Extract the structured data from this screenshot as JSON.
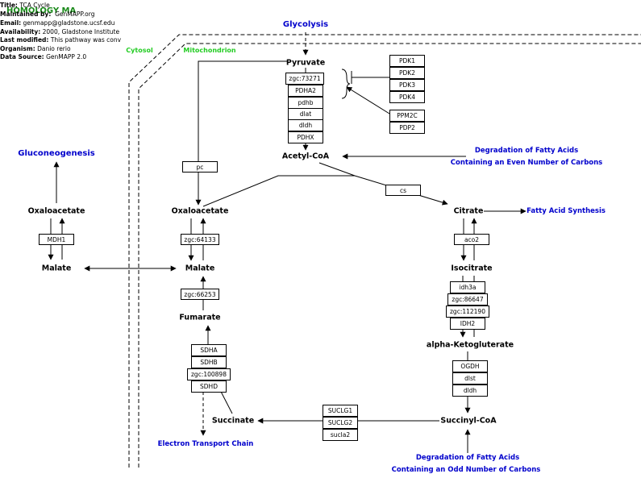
{
  "meta": {
    "title_label": "Title:",
    "title_value": "TCA Cycle",
    "watermark": "HOMOLOGY MA",
    "maintained_label": "Maintained by:",
    "maintained_value": "GenMAPP.org",
    "email_label": "Email:",
    "email_value": "genmapp@gladstone.ucsf.edu",
    "availability_label": "Availability:",
    "availability_value": "2000, Gladstone Institute",
    "modified_label": "Last modified:",
    "modified_value": "This pathway was conv",
    "organism_label": "Organism:",
    "organism_value": "Danio rerio",
    "source_label": "Data Source:",
    "source_value": "GenMAPP 2.0"
  },
  "compartments": {
    "cytosol": "Cytosol",
    "mitochondrion": "Mitochondrion"
  },
  "labels": {
    "glycolysis": "Glycolysis",
    "gluconeogenesis": "Gluconeogenesis",
    "fa_even_1": "Degradation of Fatty Acids",
    "fa_even_2": "Containing an Even Number of Carbons",
    "fa_synthesis": "Fatty Acid Synthesis",
    "etc": "Electron Transport Chain",
    "fa_odd_1": "Degradation of Fatty Acids",
    "fa_odd_2": "Containing an Odd Number of Carbons"
  },
  "metabolites": {
    "pyruvate": "Pyruvate",
    "acetyl_coa": "Acetyl-CoA",
    "oxaloacetate_cyto": "Oxaloacetate",
    "malate_cyto": "Malate",
    "oxaloacetate": "Oxaloacetate",
    "malate": "Malate",
    "fumarate": "Fumarate",
    "succinate": "Succinate",
    "citrate": "Citrate",
    "isocitrate": "Isocitrate",
    "akg": "alpha-Ketogluterate",
    "succinyl_coa": "Succinyl-CoA"
  },
  "genes": {
    "pdk": [
      "PDK1",
      "PDK2",
      "PDK3",
      "PDK4"
    ],
    "ppm": [
      "PPM2C",
      "PDP2"
    ],
    "pdh": [
      "zgc:73271",
      "PDHA2",
      "pdhb",
      "dlat",
      "dldh",
      "PDHX"
    ],
    "pc": "pc",
    "cs": "cs",
    "mdh_cyto": "MDH1",
    "mdh": "zgc:64133",
    "fh": "zgc:66253",
    "sdh": [
      "SDHA",
      "SDHB",
      "zgc:100898",
      "SDHD"
    ],
    "aco": "aco2",
    "idh": [
      "idh3a",
      "zgc:86647",
      "zgc:112190",
      "IDH2"
    ],
    "ogdh": [
      "OGDH",
      "dlst",
      "dldh"
    ],
    "sucl": [
      "SUCLG1",
      "SUCLG2",
      "sucla2"
    ]
  }
}
